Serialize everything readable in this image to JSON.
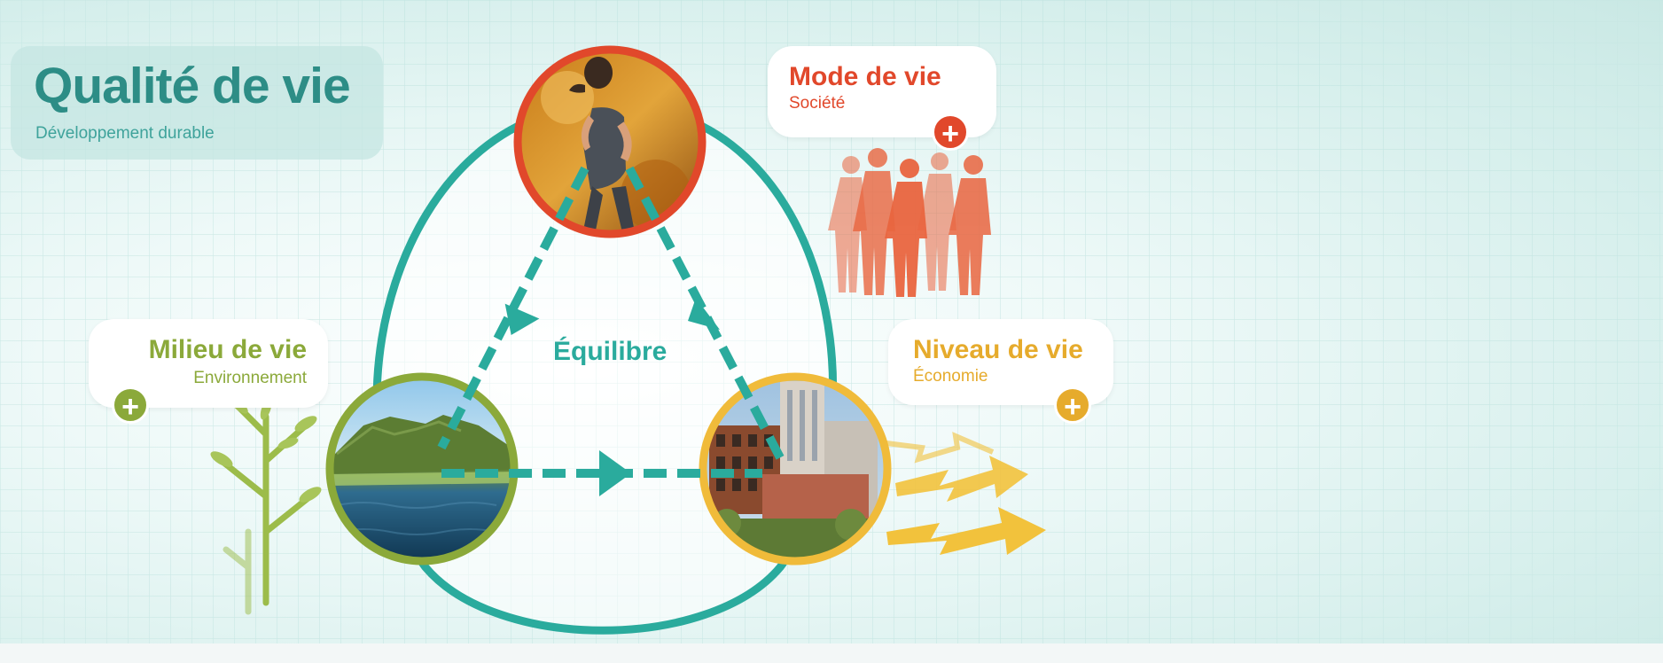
{
  "title": {
    "main": "Qualité de vie",
    "sub": "Développement durable"
  },
  "center_label": "Équilibre",
  "nodes": {
    "mode": {
      "title": "Mode de vie",
      "subtitle": "Société",
      "plus": "+",
      "color": "#e1482b"
    },
    "milieu": {
      "title": "Milieu de vie",
      "subtitle": "Environnement",
      "plus": "+",
      "color": "#8ba93a"
    },
    "niveau": {
      "title": "Niveau de vie",
      "subtitle": "Économie",
      "plus": "+",
      "color": "#e6ab2c"
    }
  },
  "colors": {
    "accent": "#2aab9d",
    "title": "#2d8d86",
    "background": "#dff3f1"
  },
  "icons": [
    "runner-photo",
    "lake-photo",
    "city-photo",
    "people-silhouettes-icon",
    "tree-icon",
    "lightning-arrows-icon",
    "plus-icon"
  ]
}
